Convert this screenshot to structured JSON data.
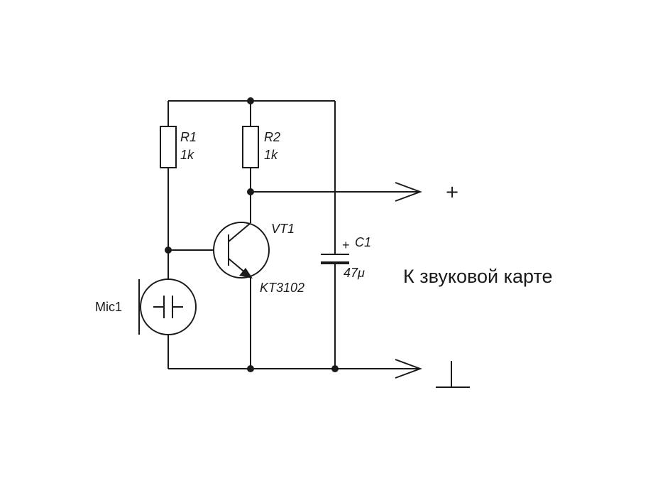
{
  "components": {
    "r1": {
      "ref": "R1",
      "value": "1k"
    },
    "r2": {
      "ref": "R2",
      "value": "1k"
    },
    "vt1": {
      "ref": "VT1",
      "part": "KT3102"
    },
    "c1": {
      "ref": "C1",
      "value": "47μ",
      "polarity": "+"
    },
    "mic1": {
      "ref": "Mic1"
    }
  },
  "outputs": {
    "positive_label": "+",
    "ground_label": "⊥",
    "destination": "К звуковой карте"
  },
  "colors": {
    "ink": "#1a1a1a",
    "background": "#ffffff"
  }
}
